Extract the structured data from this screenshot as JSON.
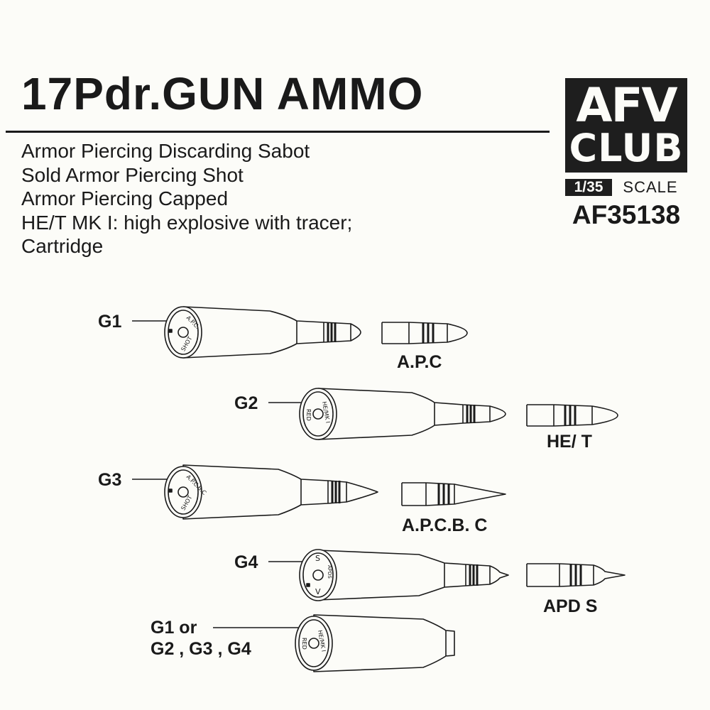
{
  "title": "17Pdr.GUN AMMO",
  "description_lines": [
    "Armor Piercing Discarding Sabot",
    "Sold Armor Piercing Shot",
    "Armor Piercing Capped",
    "HE/T MK I: high explosive with tracer;",
    "Cartridge"
  ],
  "brand": {
    "logo_top": "AFV",
    "logo_bottom": "CLUB",
    "scale_value": "1/35",
    "scale_word": "SCALE",
    "product_code": "AF35138"
  },
  "parts": [
    {
      "id": "G1",
      "label": "G1",
      "projectile_label": "A.P.C",
      "base_text": "A.P.C. SHOT"
    },
    {
      "id": "G2",
      "label": "G2",
      "projectile_label": "HE/ T",
      "base_text": "HE/MK I/RED"
    },
    {
      "id": "G3",
      "label": "G3",
      "projectile_label": "A.P.C.B. C",
      "base_text": "A.P.C.B.C SHOT"
    },
    {
      "id": "G4",
      "label": "G4",
      "projectile_label": "APD S",
      "base_text": "S V APDS"
    },
    {
      "id": "G5",
      "label": "G1 or",
      "label_line2": "G2 , G3 , G4",
      "projectile_label": "",
      "base_text": "HE/MK I/RED"
    }
  ]
}
